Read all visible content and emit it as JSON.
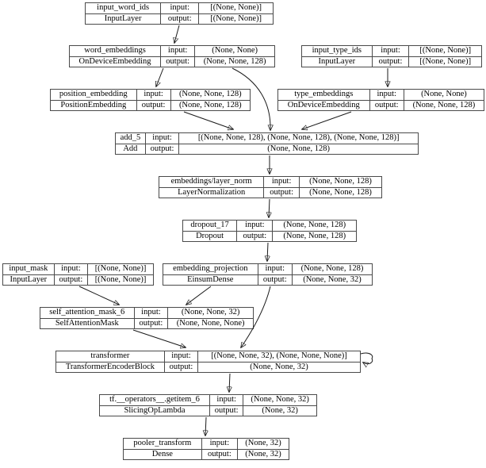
{
  "diagram": {
    "kind": "keras-model-architecture-graph",
    "background_color": "#ffffff",
    "node_border_color": "#4a4a4a",
    "edge_color": "#1a1a1a",
    "labels": {
      "input": "input:",
      "output": "output:"
    },
    "nodes": [
      {
        "id": "input_word_ids",
        "name": "input_word_ids",
        "cls": "InputLayer",
        "in": "[(None, None)]",
        "out": "[(None, None)]"
      },
      {
        "id": "word_embeddings",
        "name": "word_embeddings",
        "cls": "OnDeviceEmbedding",
        "in": "(None, None)",
        "out": "(None, None, 128)"
      },
      {
        "id": "input_type_ids",
        "name": "input_type_ids",
        "cls": "InputLayer",
        "in": "[(None, None)]",
        "out": "[(None, None)]"
      },
      {
        "id": "position_embedding",
        "name": "position_embedding",
        "cls": "PositionEmbedding",
        "in": "(None, None, 128)",
        "out": "(None, None, 128)"
      },
      {
        "id": "type_embeddings",
        "name": "type_embeddings",
        "cls": "OnDeviceEmbedding",
        "in": "(None, None)",
        "out": "(None, None, 128)"
      },
      {
        "id": "add_5",
        "name": "add_5",
        "cls": "Add",
        "in": "[(None, None, 128), (None, None, 128), (None, None, 128)]",
        "out": "(None, None, 128)"
      },
      {
        "id": "embeddings_layer_norm",
        "name": "embeddings/layer_norm",
        "cls": "LayerNormalization",
        "in": "(None, None, 128)",
        "out": "(None, None, 128)"
      },
      {
        "id": "dropout_17",
        "name": "dropout_17",
        "cls": "Dropout",
        "in": "(None, None, 128)",
        "out": "(None, None, 128)"
      },
      {
        "id": "input_mask",
        "name": "input_mask",
        "cls": "InputLayer",
        "in": "[(None, None)]",
        "out": "[(None, None)]"
      },
      {
        "id": "embedding_projection",
        "name": "embedding_projection",
        "cls": "EinsumDense",
        "in": "(None, None, 128)",
        "out": "(None, None, 32)"
      },
      {
        "id": "self_attention_mask_6",
        "name": "self_attention_mask_6",
        "cls": "SelfAttentionMask",
        "in": "(None, None, 32)",
        "out": "(None, None, None)"
      },
      {
        "id": "transformer",
        "name": "transformer",
        "cls": "TransformerEncoderBlock",
        "in": "[(None, None, 32), (None, None, None)]",
        "out": "(None, None, 32)"
      },
      {
        "id": "getitem_6",
        "name": "tf.__operators__.getitem_6",
        "cls": "SlicingOpLambda",
        "in": "(None, None, 32)",
        "out": "(None, 32)"
      },
      {
        "id": "pooler_transform",
        "name": "pooler_transform",
        "cls": "Dense",
        "in": "(None, 32)",
        "out": "(None, 32)"
      }
    ],
    "edges": [
      {
        "from": "input_word_ids",
        "to": "word_embeddings"
      },
      {
        "from": "word_embeddings",
        "to": "position_embedding"
      },
      {
        "from": "word_embeddings",
        "to": "add_5"
      },
      {
        "from": "input_type_ids",
        "to": "type_embeddings"
      },
      {
        "from": "position_embedding",
        "to": "add_5"
      },
      {
        "from": "type_embeddings",
        "to": "add_5"
      },
      {
        "from": "add_5",
        "to": "embeddings_layer_norm"
      },
      {
        "from": "embeddings_layer_norm",
        "to": "dropout_17"
      },
      {
        "from": "dropout_17",
        "to": "embedding_projection"
      },
      {
        "from": "input_mask",
        "to": "self_attention_mask_6"
      },
      {
        "from": "embedding_projection",
        "to": "self_attention_mask_6"
      },
      {
        "from": "self_attention_mask_6",
        "to": "transformer"
      },
      {
        "from": "embedding_projection",
        "to": "transformer"
      },
      {
        "from": "transformer",
        "to": "transformer",
        "note": "self-loop"
      },
      {
        "from": "transformer",
        "to": "getitem_6"
      },
      {
        "from": "getitem_6",
        "to": "pooler_transform"
      }
    ]
  }
}
